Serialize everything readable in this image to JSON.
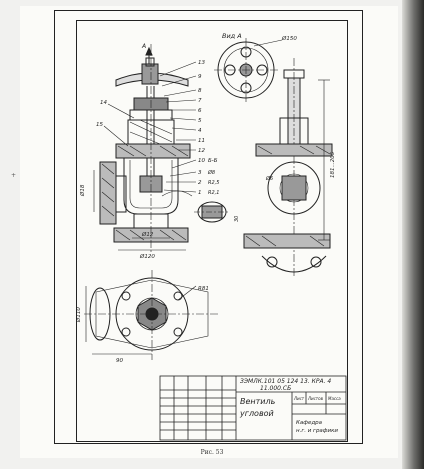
{
  "drawing": {
    "view_label": "Вид А",
    "section_label": "Б-Б",
    "arrow_label": "A",
    "part_numbers": [
      "13",
      "9",
      "8",
      "7",
      "6",
      "5",
      "4",
      "11",
      "12",
      "10",
      "3",
      "2",
      "1",
      "14",
      "15"
    ],
    "notes": [
      "Ø8",
      "R2,5",
      "R2,1"
    ],
    "dimensions": {
      "d150": "Ø150",
      "d18": "Ø18",
      "d12": "Ø12",
      "d120": "Ø120",
      "d110": "Ø110",
      "r81": "R81",
      "w90": "90",
      "h_range": "181...205",
      "d6": "Ø6",
      "d30": "30"
    }
  },
  "title_block": {
    "designation": "ЗЭМЛК.101 05 124 13. КРА. 4",
    "designation_line2": "11.000.СБ",
    "name_line1": "Вентиль",
    "name_line2": "угловой",
    "sheet_label": "Лист",
    "sheets_label": "Листов",
    "mass_label": "Масса",
    "org_line1": "Кафедра",
    "org_line2": "н.г. и графики"
  },
  "caption": "Рис. 53",
  "margin_mark": "+"
}
